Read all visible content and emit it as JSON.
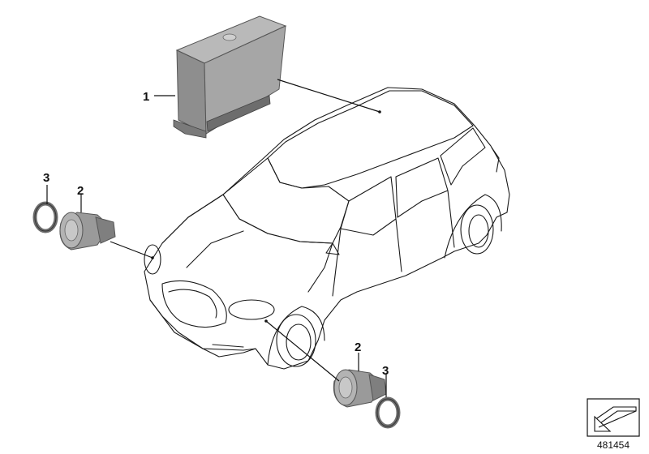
{
  "callouts": [
    {
      "id": "1",
      "label": "1",
      "part": "control-unit"
    },
    {
      "id": "2a",
      "label": "2",
      "part": "parking-sensor-left"
    },
    {
      "id": "3a",
      "label": "3",
      "part": "sensor-ring-left"
    },
    {
      "id": "2b",
      "label": "2",
      "part": "parking-sensor-right"
    },
    {
      "id": "3b",
      "label": "3",
      "part": "sensor-ring-right"
    }
  ],
  "reference_number": "481454",
  "colors": {
    "line": "#1a1a1a",
    "module_top": "#b9b9b9",
    "module_front": "#8e8e8e",
    "module_side": "#a6a6a6",
    "sensor_body": "#9a9a9a",
    "ring": "#6e6e6e"
  }
}
